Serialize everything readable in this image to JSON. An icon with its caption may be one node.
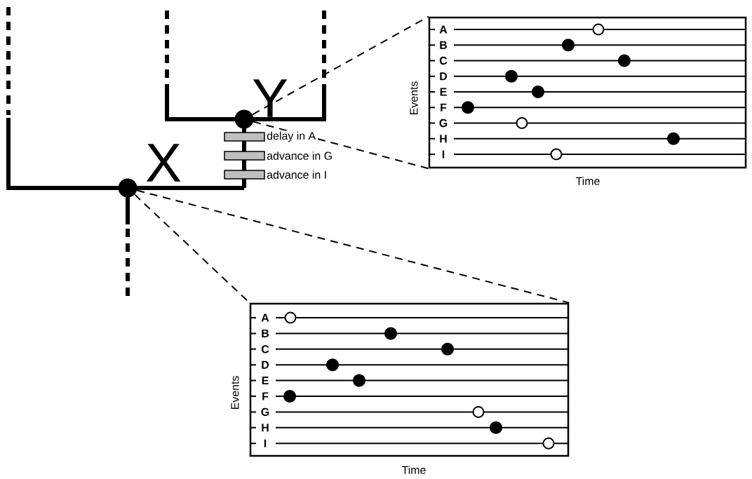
{
  "diagram": {
    "nodes": [
      {
        "text": [
          "Y"
        ]
      },
      {
        "text": [
          "X"
        ]
      },
      {
        "text": [
          "A",
          "B",
          "C",
          "D",
          "E",
          "F",
          "G",
          "H",
          "I",
          "Events",
          "Time"
        ]
      },
      {
        "text": [
          "A",
          "B",
          "C",
          "D",
          "E",
          "F",
          "G",
          "H",
          "I",
          "Events",
          "Time"
        ]
      }
    ],
    "edges": [
      {
        "from": 0,
        "to": 2,
        "arrow": "none",
        "style": "dashed"
      },
      {
        "from": 0,
        "to": 2,
        "arrow": "none",
        "style": "dashed"
      },
      {
        "from": 1,
        "to": 3,
        "arrow": "none",
        "style": "dashed"
      },
      {
        "from": 1,
        "to": 3,
        "arrow": "none",
        "style": "dashed"
      }
    ],
    "labels": [
      "delay in A",
      "advance in G",
      "advance in I"
    ]
  }
}
